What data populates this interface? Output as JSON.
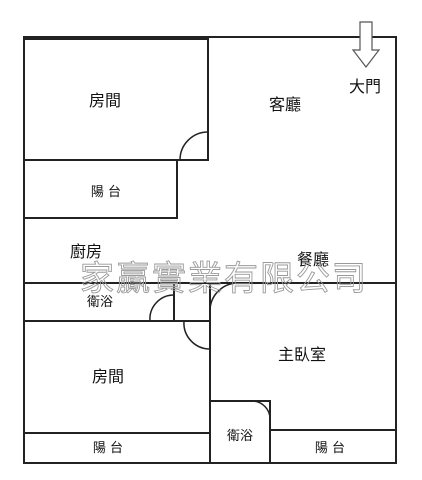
{
  "rooms": {
    "bedroom_top": "房間",
    "living_room": "客廳",
    "entrance": "大門",
    "balcony_top": "陽 台",
    "kitchen": "廚房",
    "dining_room": "餐廳",
    "bathroom_left": "衛浴",
    "master_bedroom": "主臥室",
    "bedroom_bottom": "房間",
    "bathroom_bottom": "衛浴",
    "balcony_bottom_left": "陽 台",
    "balcony_bottom_right": "陽 台"
  },
  "watermark": "家贏實業有限公司",
  "colors": {
    "wall": "#222222",
    "watermark": "#9a9a9a"
  },
  "icons": {
    "entrance_arrow": "arrow-down-icon",
    "door_swing": "door-swing-icon"
  }
}
